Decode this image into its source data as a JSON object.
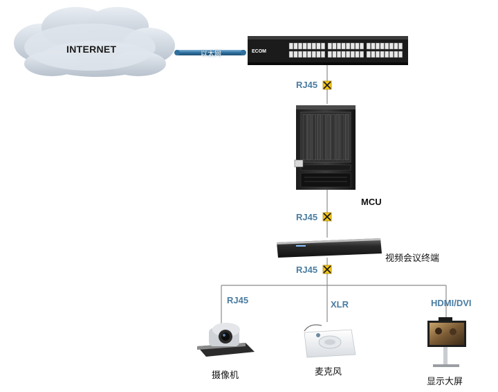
{
  "diagram": {
    "cloud": {
      "label": "INTERNET"
    },
    "ethernet": {
      "label": "以太网"
    },
    "switch": {
      "brand": "ECOM"
    },
    "links": {
      "switch_mcu": "RJ45",
      "mcu_terminal": "RJ45",
      "terminal_bus": "RJ45"
    },
    "mcu": {
      "label": "MCU"
    },
    "terminal": {
      "label": "视频会议终端"
    },
    "branches": {
      "camera": {
        "connector": "RJ45",
        "label": "摄像机"
      },
      "microphone": {
        "connector": "XLR",
        "label": "麦克风"
      },
      "display": {
        "connector": "HDMI/DVI",
        "label": "显示大屏"
      }
    }
  }
}
